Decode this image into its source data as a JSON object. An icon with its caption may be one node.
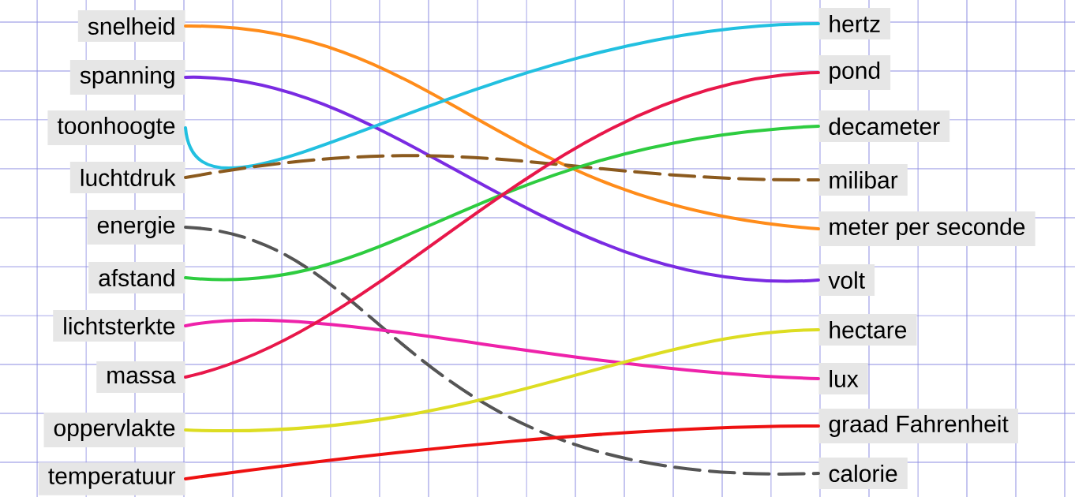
{
  "diagram": {
    "nodes": [
      {
        "text": [
          "snelheid"
        ]
      },
      {
        "text": [
          "spanning"
        ]
      },
      {
        "text": [
          "toonhoogte"
        ]
      },
      {
        "text": [
          "luchtdruk"
        ]
      },
      {
        "text": [
          "energie"
        ]
      },
      {
        "text": [
          "afstand"
        ]
      },
      {
        "text": [
          "lichtsterkte"
        ]
      },
      {
        "text": [
          "massa"
        ]
      },
      {
        "text": [
          "oppervlakte"
        ]
      },
      {
        "text": [
          "temperatuur"
        ]
      },
      {
        "text": [
          "hertz"
        ]
      },
      {
        "text": [
          "pond"
        ]
      },
      {
        "text": [
          "decameter"
        ]
      },
      {
        "text": [
          "milibar"
        ]
      },
      {
        "text": [
          "meter per seconde"
        ]
      },
      {
        "text": [
          "volt"
        ]
      },
      {
        "text": [
          "hectare"
        ]
      },
      {
        "text": [
          "lux"
        ]
      },
      {
        "text": [
          "graad Fahrenheit"
        ]
      },
      {
        "text": [
          "calorie"
        ]
      }
    ],
    "edges": [
      {
        "from": 0,
        "to": 14,
        "arrow": "none",
        "color": "#ff8c1a"
      },
      {
        "from": 1,
        "to": 15,
        "arrow": "none",
        "color": "#7a2be2"
      },
      {
        "from": 2,
        "to": 10,
        "arrow": "none",
        "color": "#22c0e0"
      },
      {
        "from": 3,
        "to": 13,
        "arrow": "none",
        "style": "dashed",
        "color": "#8b5a1e"
      },
      {
        "from": 4,
        "to": 19,
        "arrow": "none",
        "style": "dashed",
        "color": "#555555"
      },
      {
        "from": 5,
        "to": 12,
        "arrow": "none",
        "color": "#2ecc40"
      },
      {
        "from": 6,
        "to": 17,
        "arrow": "none",
        "color": "#ee22aa"
      },
      {
        "from": 7,
        "to": 11,
        "arrow": "none",
        "color": "#e8174a"
      },
      {
        "from": 8,
        "to": 16,
        "arrow": "none",
        "color": "#dddd22"
      },
      {
        "from": 9,
        "to": 18,
        "arrow": "none",
        "color": "#ee1111"
      }
    ]
  }
}
